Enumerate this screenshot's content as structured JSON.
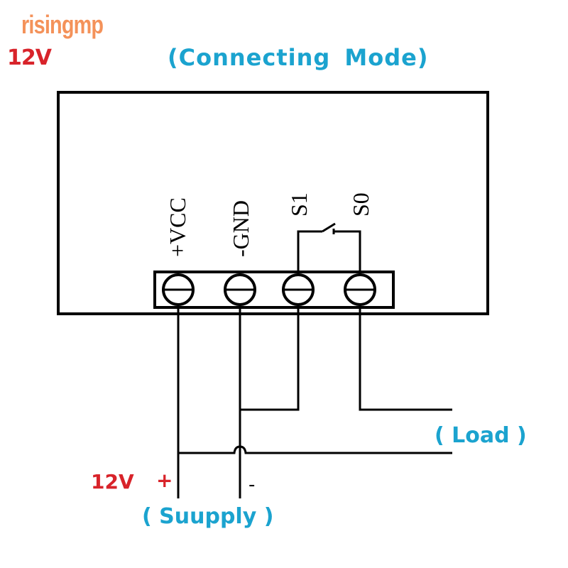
{
  "watermark": {
    "text": "risingmp",
    "color": "#f4925a"
  },
  "header": {
    "voltage_label": "12V",
    "title": "(Connecting  Mode)"
  },
  "colors": {
    "red": "#d8232a",
    "blue": "#1ba3cf",
    "line": "#000000"
  },
  "module": {
    "terminals": [
      {
        "id": "vcc",
        "label": "+VCC"
      },
      {
        "id": "gnd",
        "label": "-GND"
      },
      {
        "id": "s1",
        "label": "S1"
      },
      {
        "id": "s0",
        "label": "S0"
      }
    ],
    "switch": {
      "between": [
        "S1",
        "S0"
      ],
      "state": "open"
    }
  },
  "load": {
    "label": "( Load )"
  },
  "supply": {
    "voltage_label": "12V",
    "plus_label": "+",
    "minus_label": "-",
    "label": "( Suupply )"
  }
}
